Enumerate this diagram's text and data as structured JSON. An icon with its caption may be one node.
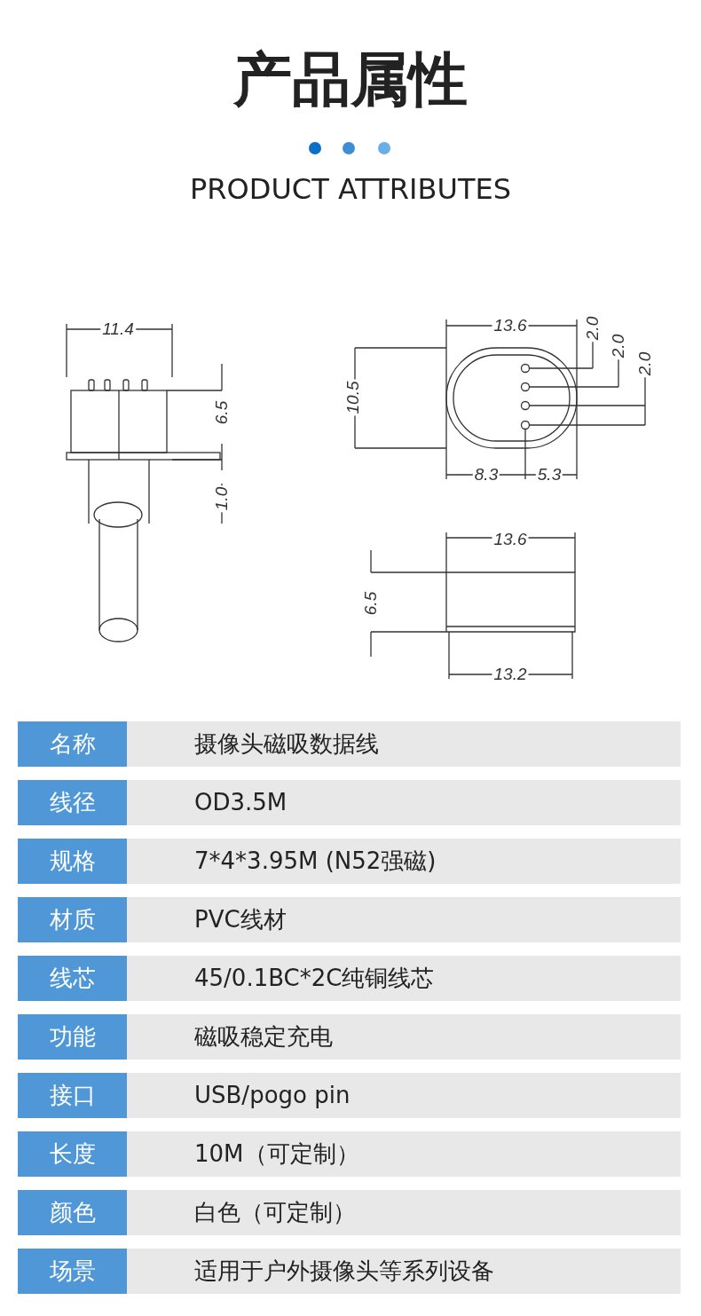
{
  "diagram": {
    "title": "产品属性",
    "labels": [
      "PRODUCT ATTRIBUTES",
      "11.4",
      "6.5",
      "1.0",
      "13.6",
      "2.0",
      "2.0",
      "2.0",
      "10.5",
      "8.3",
      "5.3",
      "13.6",
      "6.5",
      "13.2",
      "名称",
      "摄像头磁吸数据线",
      "线径",
      "OD3.5M",
      "规格",
      "7*4*3.95M (N52强磁)",
      "材质",
      "PVC线材",
      "线芯",
      "45/0.1BC*2C纯铜线芯",
      "功能",
      "磁吸稳定充电",
      "接口",
      "USB/pogo pin",
      "长度",
      "10M（可定制）",
      "颜色",
      "白色（可定制）",
      "场景",
      "适用于户外摄像头等系列设备"
    ]
  }
}
